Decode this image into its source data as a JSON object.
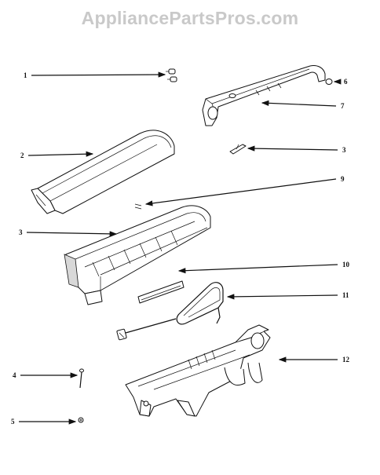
{
  "watermark": "AppliancePartsPros.com",
  "callouts": [
    {
      "id": "c1",
      "label": "1"
    },
    {
      "id": "c2",
      "label": "2"
    },
    {
      "id": "c3a",
      "label": "3"
    },
    {
      "id": "c3b",
      "label": "3"
    },
    {
      "id": "c4",
      "label": "4"
    },
    {
      "id": "c5",
      "label": "5"
    },
    {
      "id": "c6",
      "label": "6"
    },
    {
      "id": "c7",
      "label": "7"
    },
    {
      "id": "c9",
      "label": "9"
    },
    {
      "id": "c10",
      "label": "10"
    },
    {
      "id": "c11",
      "label": "11"
    },
    {
      "id": "c12",
      "label": "12"
    }
  ]
}
